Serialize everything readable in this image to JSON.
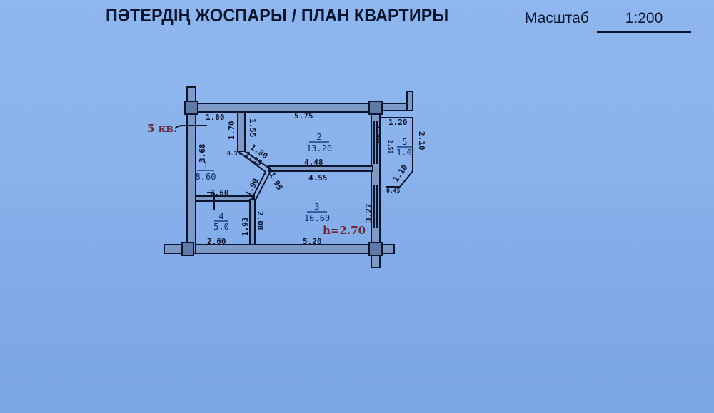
{
  "header": {
    "title": "ПӘТЕРДІҢ ЖОСПАРЫ / ПЛАН КВАРТИРЫ",
    "scale_label": "Масштаб",
    "scale_value": "1:200"
  },
  "plan": {
    "apartment_label": "5 кв.",
    "ceiling_height": "h=2.70",
    "rooms": [
      {
        "number": "1",
        "area": "8.60"
      },
      {
        "number": "2",
        "area": "13.20"
      },
      {
        "number": "3",
        "area": "16.60"
      },
      {
        "number": "4",
        "area": "5.0"
      },
      {
        "number": "5",
        "area": "1.0"
      }
    ],
    "dimensions": {
      "r1_top": "1.80",
      "r1_left": "3.68",
      "r1_right": "1.70",
      "r1_corner": "0.35",
      "corr_diag_a": "1.80",
      "corr_diag_b": "1.35",
      "corr_diag_c": "1.90",
      "corr_diag_d": "1.95",
      "r2_top": "5.75",
      "r2_left": "1.55",
      "r2_bottom": "4.48",
      "r2_right": "2.40",
      "r3_top": "4.55",
      "r3_right": "3.27",
      "r3_bottom": "5.20",
      "r3_left": "2.08",
      "r4_top": "2.60",
      "r4_bottom": "2.60",
      "r4_right": "1.93",
      "r5_top": "1.20",
      "r5_left": "2.50",
      "r5_right": "2.10",
      "r5_diag": "1.10",
      "r5_bottom": "0.45"
    },
    "colors": {
      "background": "#8ab2ec",
      "wall_fill": "#7e9bc8",
      "line": "#0c1530",
      "annotation": "#6b2a3a"
    }
  }
}
